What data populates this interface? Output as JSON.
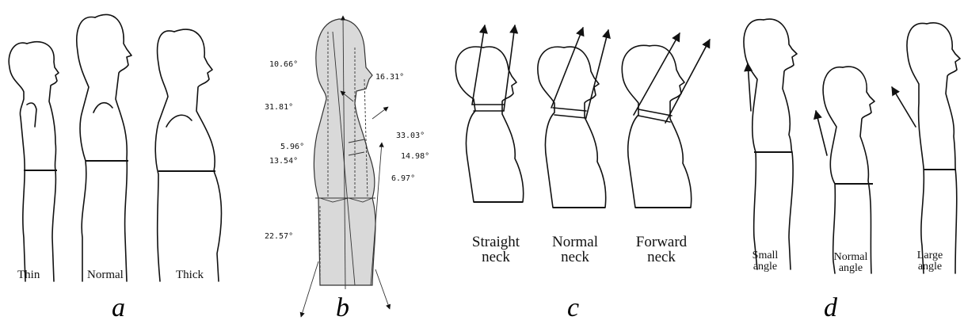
{
  "panels": [
    {
      "letter": "a",
      "labels": [
        "Thin",
        "Normal",
        "Thick"
      ]
    },
    {
      "letter": "b",
      "angles": [
        "10.66°",
        "16.31°",
        "31.81°",
        "33.03°",
        "5.96°",
        "14.98°",
        "13.54°",
        "6.97°",
        "22.57°"
      ]
    },
    {
      "letter": "c",
      "labels": [
        [
          "Straight",
          "neck"
        ],
        [
          "Normal",
          "neck"
        ],
        [
          "Forward",
          "neck"
        ]
      ]
    },
    {
      "letter": "d",
      "labels": [
        [
          "Small",
          "angle"
        ],
        [
          "Normal",
          "angle"
        ],
        [
          "Large",
          "angle"
        ]
      ]
    }
  ],
  "colors": {
    "shade": "#d9d9d9",
    "ink": "#111111"
  }
}
